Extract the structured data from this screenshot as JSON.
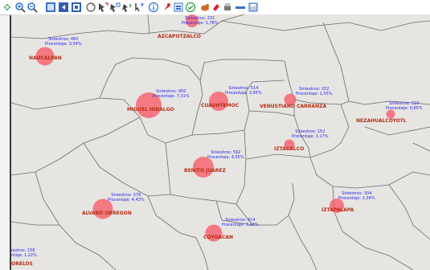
{
  "toolbar": {
    "buttons": [
      {
        "icon": "pan-icon"
      },
      {
        "icon": "zoom-in-icon"
      },
      {
        "icon": "zoom-out-icon"
      },
      {
        "icon": "full-extent-icon"
      },
      {
        "icon": "previous-extent-icon"
      },
      {
        "icon": "next-extent-icon"
      },
      {
        "icon": "refresh-icon"
      },
      {
        "icon": "select-feature-icon"
      },
      {
        "icon": "select-area-icon"
      },
      {
        "icon": "query-icon"
      },
      {
        "icon": "identify-icon"
      },
      {
        "icon": "info-icon"
      },
      {
        "icon": "pin-icon"
      },
      {
        "icon": "layer-icon"
      },
      {
        "icon": "check-icon"
      },
      {
        "icon": "hand-icon"
      },
      {
        "icon": "erase-icon"
      },
      {
        "icon": "print-icon"
      },
      {
        "icon": "measure-icon"
      },
      {
        "icon": "save-icon"
      }
    ]
  },
  "colors": {
    "map_background": "#e7e5e2",
    "boundary": "#6b6b6b",
    "marker": "#f7606c",
    "label_stats": "#1f1ff0",
    "label_name": "#b62c12"
  },
  "districts": [
    {
      "name": "AZCAPOTZALCO",
      "siniestros": "Siniestros: 231",
      "porcentaje": "Procentaje: 1,78%",
      "value": 231
    },
    {
      "name": "NAUCALPAN",
      "siniestros": "Siniestros: 460",
      "porcentaje": "Procentaje: 3,54%",
      "value": 460
    },
    {
      "name": "MIGUEL HIDALGO",
      "siniestros": "Siniestros: 950",
      "porcentaje": "Procentaje: 7,31%",
      "value": 950
    },
    {
      "name": "CUAUHTEMOC",
      "siniestros": "Siniestros: 514",
      "porcentaje": "Procentaje: 3,95%",
      "value": 514
    },
    {
      "name": "VENUSTIANO CARRANZA",
      "siniestros": "Siniestros: 202",
      "porcentaje": "Procentaje: 1,55%",
      "value": 202
    },
    {
      "name": "NEZAHUALCOYOTL",
      "siniestros": "Siniestros: 110",
      "porcentaje": "Procentaje: 0,85%",
      "value": 110
    },
    {
      "name": "IZTACALCO",
      "siniestros": "Siniestros: 152",
      "porcentaje": "Procentaje: 1,17%",
      "value": 152
    },
    {
      "name": "BENITO JUAREZ",
      "siniestros": "Siniestros: 592",
      "porcentaje": "Procentaje: 4,55%",
      "value": 592
    },
    {
      "name": "ALVARO OBREGON",
      "siniestros": "Siniestros: 576",
      "porcentaje": "Procentaje: 4,43%",
      "value": 576
    },
    {
      "name": "IZTAPALAPA",
      "siniestros": "Siniestros: 304",
      "porcentaje": "Procentaje: 2,34%",
      "value": 304
    },
    {
      "name": "COYOACAN",
      "siniestros": "Siniestros: 414",
      "porcentaje": "Procentaje: 3,18%",
      "value": 414
    },
    {
      "name": "ORELOS",
      "siniestros": "iestros: 158",
      "porcentaje": "ntaje: 1,22%",
      "value": 158
    }
  ]
}
